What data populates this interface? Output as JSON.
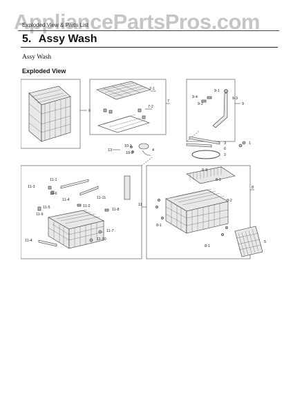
{
  "watermark": "AppliancePartsPros.com",
  "header": {
    "small_text": "Exploded View & Parts List"
  },
  "section": {
    "number": "5.",
    "title": "Assy Wash"
  },
  "subtitle": "Assy Wash",
  "exploded_view_label": "Exploded View",
  "callouts": {
    "c0": "0",
    "c7": "7",
    "c7_1": "7-1",
    "c7_2": "7-2",
    "c9": "9",
    "c9_1": "9-1",
    "c9_2": "9-2",
    "c9_3": "9-3",
    "c9_4": "9-4",
    "c3": "3",
    "c6": "6",
    "c1": "1",
    "c2": "2",
    "c13": "13",
    "c10_1": "10-1",
    "c10_2": "10-2",
    "c4": "4",
    "c11": "11",
    "c11_1": "11-1",
    "c11_2": "11-2",
    "c11_3": "11-3",
    "c11_4": "11-4",
    "c11_5": "11-5",
    "c11_6": "11-6",
    "c11_7": "11-7",
    "c11_8": "11-8",
    "c11_9": "11-9",
    "c11_10": "11-10",
    "c11_11": "11-11",
    "c8": "8",
    "c8_1": "8-1",
    "c8_2": "8-2",
    "c8_3": "8-3",
    "c5": "5"
  }
}
